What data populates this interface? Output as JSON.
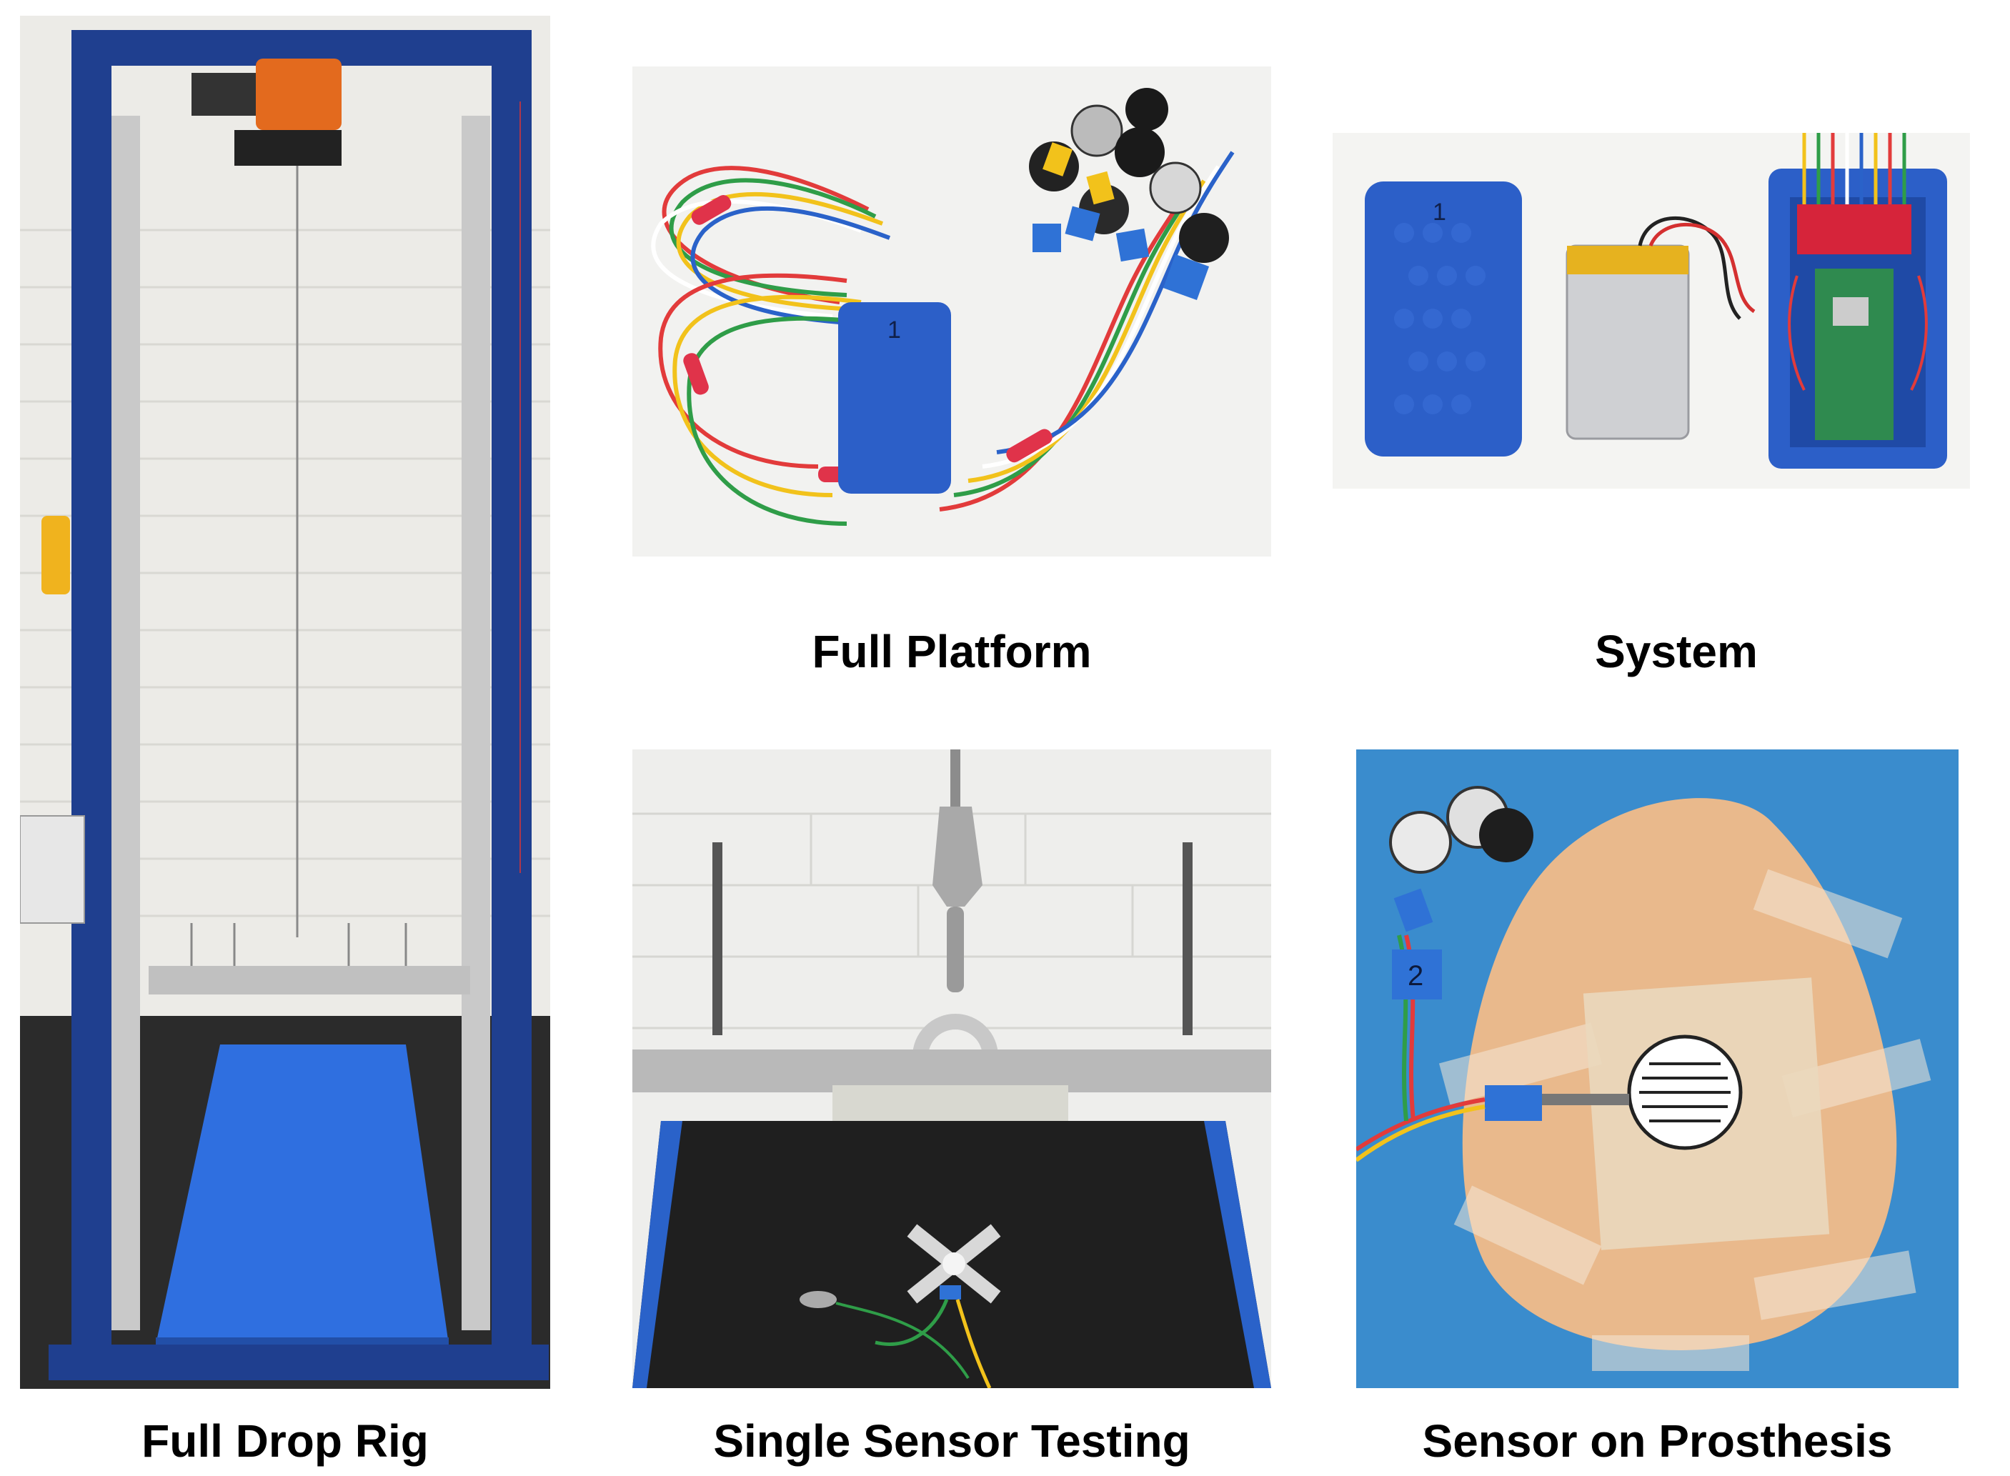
{
  "captions": {
    "drop_rig": "Full Drop Rig",
    "full_platform": "Full Platform",
    "system": "System",
    "single_sensor": "Single Sensor Testing",
    "prosthesis": "Sensor on Prosthesis"
  },
  "photo_text": {
    "platform_number": "1",
    "system_platform_number": "1",
    "prosthesis_sensor_number": "2"
  },
  "colors": {
    "frame_blue": "#1f3f8f",
    "platform_blue": "#2f6fe0",
    "insole_blue": "#2c5fc8",
    "prosthesis_skin": "#e9b98c",
    "table_blue": "#3a8ccd",
    "wall_white": "#f1f1ef",
    "wire_red": "#e23b3b",
    "wire_green": "#2f9d48",
    "wire_yellow": "#f2c21b",
    "wire_blue": "#2a62c9"
  }
}
